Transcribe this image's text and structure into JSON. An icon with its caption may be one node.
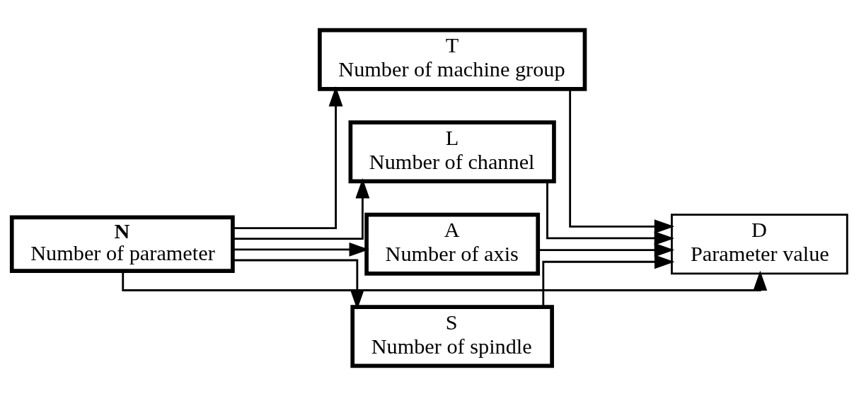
{
  "diagram": {
    "nodes": [
      {
        "text": [
          "N",
          "Number of parameter"
        ]
      },
      {
        "text": [
          "T",
          "Number of machine group"
        ]
      },
      {
        "text": [
          "L",
          "Number of channel"
        ]
      },
      {
        "text": [
          "A",
          "Number of axis"
        ]
      },
      {
        "text": [
          "S",
          "Number of spindle"
        ]
      },
      {
        "text": [
          "D",
          "Parameter value"
        ]
      }
    ],
    "edges": [
      {
        "from": 0,
        "to": 1,
        "arrow": "to"
      },
      {
        "from": 0,
        "to": 2,
        "arrow": "to"
      },
      {
        "from": 0,
        "to": 3,
        "arrow": "to"
      },
      {
        "from": 0,
        "to": 4,
        "arrow": "to"
      },
      {
        "from": 0,
        "to": 5,
        "arrow": "to"
      },
      {
        "from": 1,
        "to": 5,
        "arrow": "to"
      },
      {
        "from": 2,
        "to": 5,
        "arrow": "to"
      },
      {
        "from": 3,
        "to": 5,
        "arrow": "to"
      },
      {
        "from": 4,
        "to": 5,
        "arrow": "to"
      }
    ]
  }
}
